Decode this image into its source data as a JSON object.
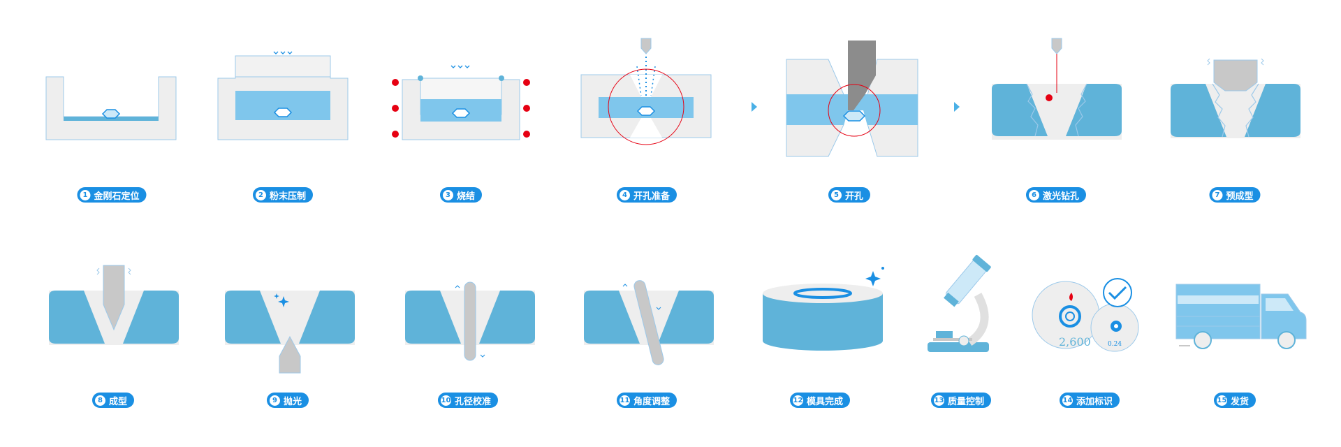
{
  "steps": [
    {
      "num": "1",
      "label": "金刚石定位"
    },
    {
      "num": "2",
      "label": "粉末压制"
    },
    {
      "num": "3",
      "label": "烧结"
    },
    {
      "num": "4",
      "label": "开孔准备"
    },
    {
      "num": "5",
      "label": "开孔"
    },
    {
      "num": "6",
      "label": "激光钻孔"
    },
    {
      "num": "7",
      "label": "预成型"
    },
    {
      "num": "8",
      "label": "成型"
    },
    {
      "num": "9",
      "label": "抛光"
    },
    {
      "num": "10",
      "label": "孔径校准"
    },
    {
      "num": "11",
      "label": "角度调整"
    },
    {
      "num": "12",
      "label": "模具完成"
    },
    {
      "num": "13",
      "label": "质量控制"
    },
    {
      "num": "14",
      "label": "添加标识"
    },
    {
      "num": "15",
      "label": "发货"
    }
  ],
  "badge": {
    "big_text": "2,600",
    "small_text": "0.24"
  },
  "colors": {
    "blue": "#5fb3d9",
    "lightblue": "#7fc6ec",
    "gray": "#eeeeee",
    "border": "#9cc9ea",
    "accent": "#1a8fe3",
    "red": "#e60012"
  }
}
